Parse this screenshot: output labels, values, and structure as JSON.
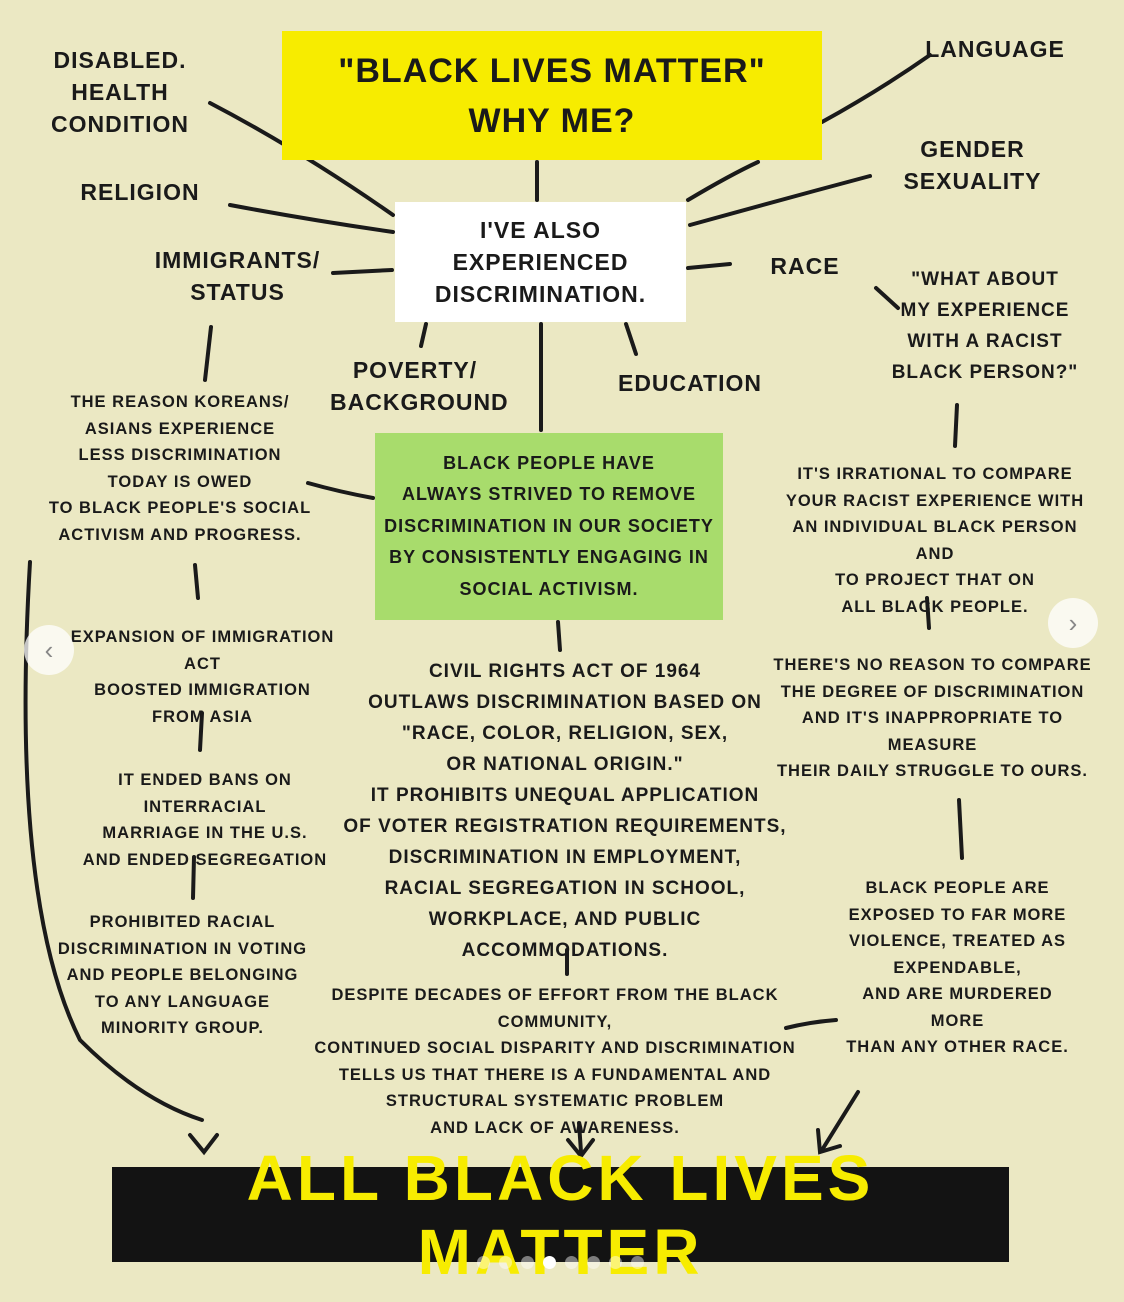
{
  "title": {
    "line1": "\"BLACK LIVES MATTER\"",
    "line2": "WHY ME?"
  },
  "center_box": "I'VE ALSO EXPERIENCED\nDISCRIMINATION.",
  "categories": {
    "disabled": "DISABLED.\nHEALTH\nCONDITION",
    "religion": "RELIGION",
    "immigrants": "IMMIGRANTS/\nSTATUS",
    "poverty": "POVERTY/\nBACKGROUND",
    "education": "EDUCATION",
    "race": "RACE",
    "language": "LANGUAGE",
    "gender": "GENDER\nSEXUALITY"
  },
  "green_box": "BLACK PEOPLE HAVE\nALWAYS STRIVED TO REMOVE\nDISCRIMINATION IN OUR SOCIETY\nBY CONSISTENTLY ENGAGING IN\nSOCIAL ACTIVISM.",
  "left_column": [
    "THE REASON KOREANS/\nASIANS EXPERIENCE\nLESS DISCRIMINATION\nTODAY IS OWED\nTO BLACK PEOPLE'S SOCIAL\nACTIVISM AND PROGRESS.",
    "EXPANSION OF IMMIGRATION ACT\nBOOSTED IMMIGRATION\nFROM ASIA",
    "IT ENDED BANS ON INTERRACIAL\nMARRIAGE IN THE U.S.\nAND ENDED SEGREGATION",
    "PROHIBITED RACIAL\nDISCRIMINATION IN VOTING\nAND PEOPLE BELONGING\nTO ANY LANGUAGE\nMINORITY GROUP."
  ],
  "center_column": [
    "CIVIL RIGHTS ACT OF 1964\nOUTLAWS DISCRIMINATION BASED ON\n\"RACE, COLOR, RELIGION, SEX,\nOR NATIONAL ORIGIN.\"\nIT PROHIBITS UNEQUAL APPLICATION\nOF VOTER REGISTRATION REQUIREMENTS,\nDISCRIMINATION IN EMPLOYMENT,\nRACIAL SEGREGATION IN SCHOOL,\nWORKPLACE, AND PUBLIC ACCOMMODATIONS.",
    "DESPITE DECADES OF EFFORT FROM THE BLACK COMMUNITY,\nCONTINUED SOCIAL DISPARITY AND DISCRIMINATION\nTELLS US THAT THERE IS A FUNDAMENTAL AND\nSTRUCTURAL SYSTEMATIC PROBLEM\nAND LACK OF AWARENESS."
  ],
  "right_column": [
    "\"WHAT ABOUT\nMY EXPERIENCE\nWITH A RACIST\nBLACK PERSON?\"",
    "IT'S IRRATIONAL TO COMPARE\nYOUR RACIST EXPERIENCE WITH\nAN INDIVIDUAL BLACK PERSON AND\nTO PROJECT THAT ON\nALL BLACK PEOPLE.",
    "THERE'S NO REASON TO COMPARE\nTHE DEGREE OF DISCRIMINATION\nAND IT'S INAPPROPRIATE TO MEASURE\nTHEIR DAILY STRUGGLE TO OURS.",
    "BLACK PEOPLE ARE\nEXPOSED TO FAR MORE\nVIOLENCE, TREATED AS\nEXPENDABLE,\nAND ARE MURDERED MORE\nTHAN ANY OTHER RACE."
  ],
  "banner": "ALL BLACK LIVES MATTER",
  "carousel": {
    "total": 8,
    "active": 4,
    "prev_icon": "chevron-left-icon",
    "next_icon": "chevron-right-icon"
  },
  "colors": {
    "background": "#ebe8c3",
    "yellow": "#f7ec00",
    "green": "#a8dc6c",
    "banner": "#131313",
    "banner_text": "#f7ec00"
  }
}
